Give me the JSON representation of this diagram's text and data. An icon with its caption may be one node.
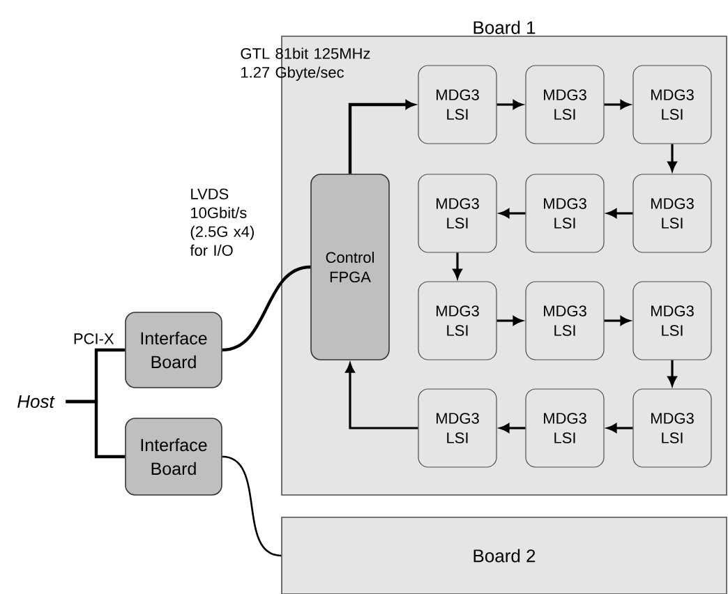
{
  "diagram": {
    "nodes": [
      {
        "text": [
          "Board 1"
        ]
      },
      {
        "text": [
          "Board 2"
        ]
      },
      {
        "text": [
          "Control FPGA"
        ],
        "in": 0
      },
      {
        "text": [
          "MDG3 LSI"
        ],
        "in": 0
      },
      {
        "text": [
          "MDG3 LSI"
        ],
        "in": 0
      },
      {
        "text": [
          "MDG3 LSI"
        ],
        "in": 0
      },
      {
        "text": [
          "MDG3 LSI"
        ],
        "in": 0
      },
      {
        "text": [
          "MDG3 LSI"
        ],
        "in": 0
      },
      {
        "text": [
          "MDG3 LSI"
        ],
        "in": 0
      },
      {
        "text": [
          "MDG3 LSI"
        ],
        "in": 0
      },
      {
        "text": [
          "MDG3 LSI"
        ],
        "in": 0
      },
      {
        "text": [
          "MDG3 LSI"
        ],
        "in": 0
      },
      {
        "text": [
          "MDG3 LSI"
        ],
        "in": 0
      },
      {
        "text": [
          "MDG3 LSI"
        ],
        "in": 0
      },
      {
        "text": [
          "MDG3 LSI"
        ],
        "in": 0
      },
      {
        "text": [
          "Interface Board"
        ]
      },
      {
        "text": [
          "Interface Board"
        ]
      },
      {
        "text": [
          "Host"
        ]
      }
    ],
    "edges": [
      {
        "from": 2,
        "to": 3,
        "arrow": "to",
        "label": "GTL 81bit 125MHz 1.27 Gbyte/sec"
      },
      {
        "from": 3,
        "to": 4,
        "arrow": "to"
      },
      {
        "from": 4,
        "to": 5,
        "arrow": "to"
      },
      {
        "from": 5,
        "to": 8,
        "arrow": "to"
      },
      {
        "from": 8,
        "to": 7,
        "arrow": "to"
      },
      {
        "from": 7,
        "to": 6,
        "arrow": "to"
      },
      {
        "from": 6,
        "to": 9,
        "arrow": "to"
      },
      {
        "from": 9,
        "to": 10,
        "arrow": "to"
      },
      {
        "from": 10,
        "to": 11,
        "arrow": "to"
      },
      {
        "from": 11,
        "to": 14,
        "arrow": "to"
      },
      {
        "from": 14,
        "to": 13,
        "arrow": "to"
      },
      {
        "from": 13,
        "to": 12,
        "arrow": "to"
      },
      {
        "from": 12,
        "to": 2,
        "arrow": "to"
      },
      {
        "from": 17,
        "to": 15,
        "arrow": "none",
        "label": "PCI-X"
      },
      {
        "from": 17,
        "to": 16,
        "arrow": "none"
      },
      {
        "from": 15,
        "to": 2,
        "arrow": "none",
        "label": "LVDS 10Gbit/s (2.5G x4) for I/O"
      },
      {
        "from": 16,
        "to": 1,
        "arrow": "none"
      }
    ]
  }
}
